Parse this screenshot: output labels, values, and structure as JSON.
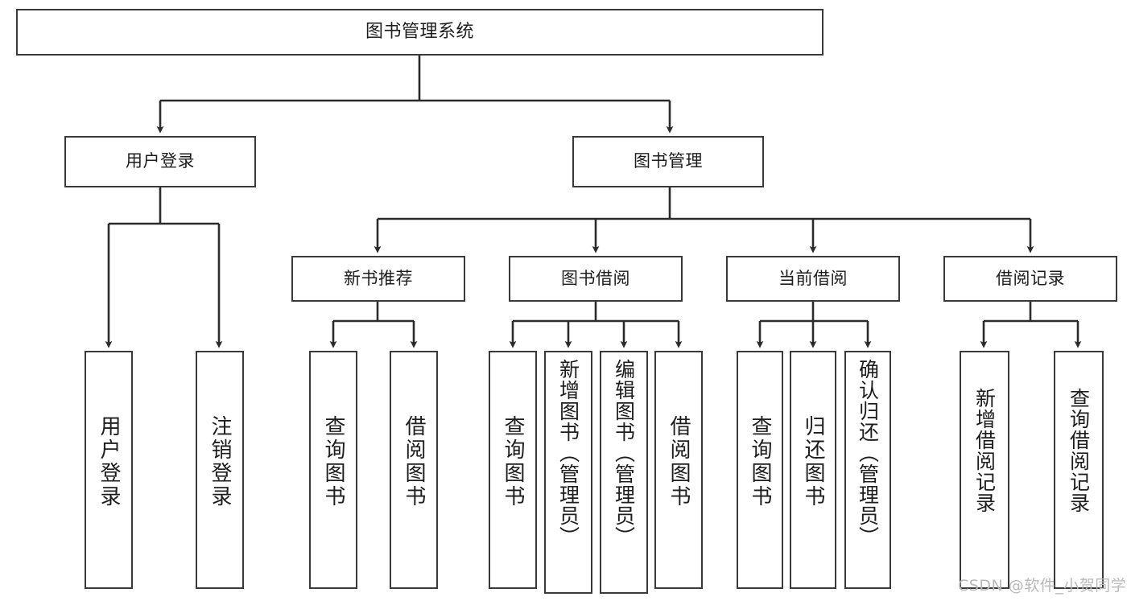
{
  "diagram": {
    "type": "tree",
    "title": "图书管理系统",
    "orientation": "top-down",
    "colors": {
      "box_border": "#3a3a3a",
      "box_fill": "#ffffff",
      "edge": "#2b2b2b",
      "text": "#1d1d1d",
      "watermark": "#b9b9b9"
    },
    "root": {
      "id": "root",
      "label": "图书管理系统"
    },
    "level2": [
      {
        "id": "user-login",
        "label": "用户登录"
      },
      {
        "id": "book-manage",
        "label": "图书管理"
      }
    ],
    "level3": [
      {
        "id": "new-book-rec",
        "label": "新书推荐",
        "parent": "book-manage"
      },
      {
        "id": "book-borrow",
        "label": "图书借阅",
        "parent": "book-manage"
      },
      {
        "id": "current-borrow",
        "label": "当前借阅",
        "parent": "book-manage"
      },
      {
        "id": "borrow-record",
        "label": "借阅记录",
        "parent": "book-manage"
      }
    ],
    "leaves": {
      "user_login": [
        {
          "id": "leaf-user-login",
          "label": "用户登录"
        },
        {
          "id": "leaf-user-logout",
          "label": "注销登录"
        }
      ],
      "new_book_rec": [
        {
          "id": "leaf-query-book-1",
          "label": "查询图书"
        },
        {
          "id": "leaf-borrow-book-1",
          "label": "借阅图书"
        }
      ],
      "book_borrow": [
        {
          "id": "leaf-query-book-2",
          "label": "查询图书"
        },
        {
          "id": "leaf-add-book",
          "label": "新增图书（管理员）"
        },
        {
          "id": "leaf-edit-book",
          "label": "编辑图书（管理员）"
        },
        {
          "id": "leaf-borrow-book-2",
          "label": "借阅图书"
        }
      ],
      "current_borrow": [
        {
          "id": "leaf-query-book-3",
          "label": "查询图书"
        },
        {
          "id": "leaf-return-book",
          "label": "归还图书"
        },
        {
          "id": "leaf-confirm-return",
          "label": "确认归还（管理员）"
        }
      ],
      "borrow_record": [
        {
          "id": "leaf-add-record",
          "label": "新增借阅记录"
        },
        {
          "id": "leaf-query-record",
          "label": "查询借阅记录"
        }
      ]
    }
  },
  "watermark": {
    "text": "CSDN @软件_小贺同学"
  }
}
